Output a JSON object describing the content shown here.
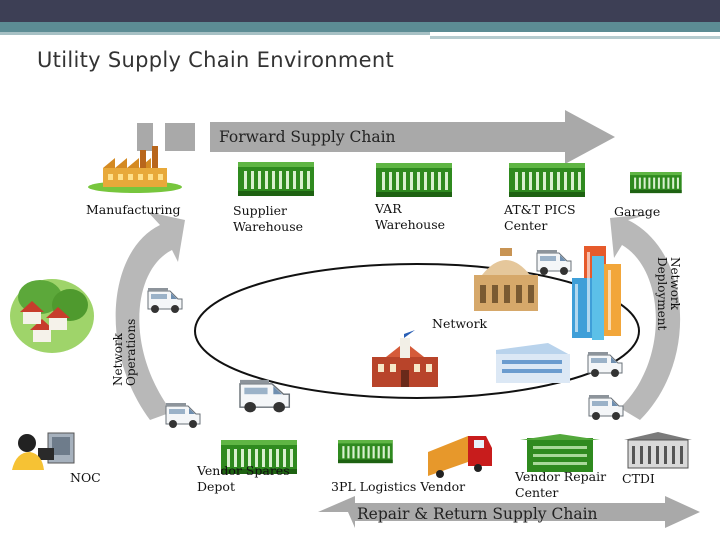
{
  "title": "Utility Supply Chain Environment",
  "forward_chain": "Forward Supply Chain",
  "return_chain": "Repair & Return Supply Chain",
  "network_label": "Network",
  "nodes": {
    "manufacturing": "Manufacturing",
    "supplier_warehouse": "Supplier\nWarehouse",
    "var_warehouse": "VAR\nWarehouse",
    "pics_center": "AT&T PICS\nCenter",
    "garage": "Garage",
    "network_deployment": "Network\nDeployment",
    "network_operations": "Network\nOperations",
    "noc": "NOC",
    "vendor_spares": "Vendor Spares\nDepot",
    "logistics_vendor": "3PL Logistics Vendor",
    "vendor_repair": "Vendor Repair\nCenter",
    "ctdi": "CTDI"
  },
  "colors": {
    "header_dark": "#3d3f55",
    "header_band": "#5c8c94",
    "arrow_gray": "#a9a9a9",
    "container_green": "#2f8a1f",
    "truck_orange": "#e7982b",
    "truck_red": "#c81c1c"
  }
}
